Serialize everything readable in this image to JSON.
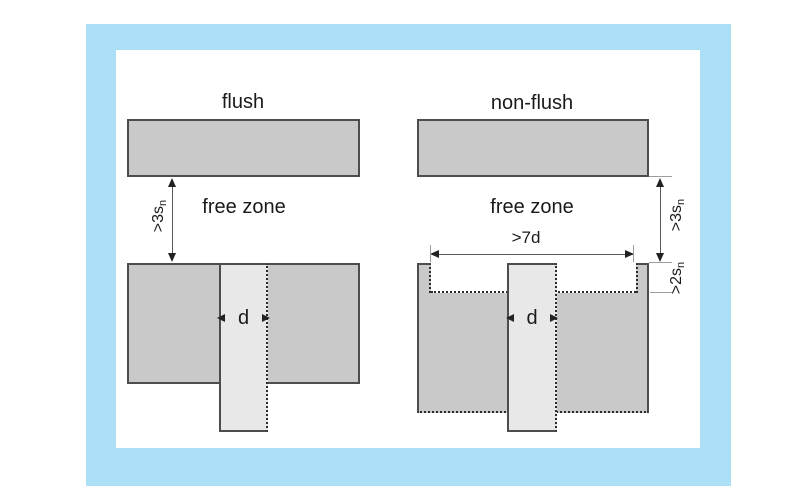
{
  "diagram": {
    "left": {
      "title": "flush",
      "free_zone": "free zone",
      "gap_dim_main": ">3s",
      "gap_dim_sub": "n",
      "diameter_label": "d"
    },
    "right": {
      "title": "non-flush",
      "free_zone": "free zone",
      "gap_dim_main": ">3s",
      "gap_dim_sub": "n",
      "recess_dim_main": ">2s",
      "recess_dim_sub": "n",
      "width_dim": ">7d",
      "diameter_label": "d"
    },
    "colors": {
      "frame_blue": "#abdff6",
      "metal_fill": "#c9c9c9",
      "sensor_fill": "#e8e8e8",
      "outline": "#4d4d4d"
    }
  }
}
